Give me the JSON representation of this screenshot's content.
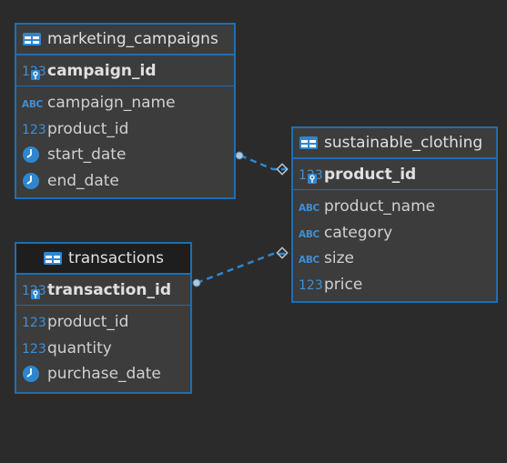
{
  "entities": [
    {
      "id": "marketing_campaigns",
      "title": "marketing_campaigns",
      "pk": {
        "name": "campaign_id",
        "type_icon": "123"
      },
      "columns": [
        {
          "name": "campaign_name",
          "type_icon": "ABC"
        },
        {
          "name": "product_id",
          "type_icon": "123"
        },
        {
          "name": "start_date",
          "type_icon": "clock-icon"
        },
        {
          "name": "end_date",
          "type_icon": "clock-icon"
        }
      ]
    },
    {
      "id": "sustainable_clothing",
      "title": "sustainable_clothing",
      "pk": {
        "name": "product_id",
        "type_icon": "123"
      },
      "columns": [
        {
          "name": "product_name",
          "type_icon": "ABC"
        },
        {
          "name": "category",
          "type_icon": "ABC"
        },
        {
          "name": "size",
          "type_icon": "ABC"
        },
        {
          "name": "price",
          "type_icon": "123"
        }
      ]
    },
    {
      "id": "transactions",
      "title": "transactions",
      "pk": {
        "name": "transaction_id",
        "type_icon": "123"
      },
      "columns": [
        {
          "name": "product_id",
          "type_icon": "123"
        },
        {
          "name": "quantity",
          "type_icon": "123"
        },
        {
          "name": "purchase_date",
          "type_icon": "clock-icon"
        }
      ]
    }
  ],
  "relationships": [
    {
      "from": "marketing_campaigns",
      "to": "sustainable_clothing"
    },
    {
      "from": "transactions",
      "to": "sustainable_clothing"
    }
  ],
  "type_labels": {
    "number": "123",
    "text": "ABC"
  },
  "colors": {
    "background": "#2b2b2b",
    "entity_fill": "#3c3c3c",
    "border": "#1b6fb5",
    "type_icon": "#3d8fd6",
    "link": "#2f86cf"
  }
}
